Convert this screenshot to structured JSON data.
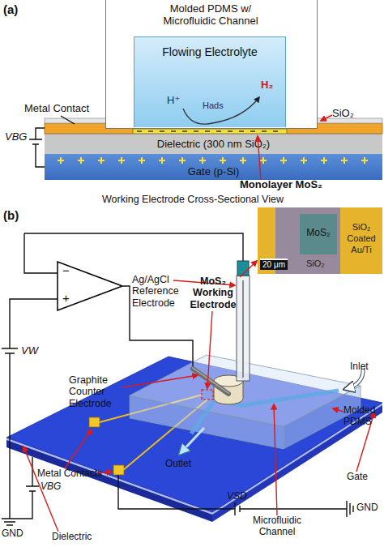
{
  "diagram": {
    "nodes": [
      {
        "text": [
          "Molded PDMS w/ Microfluidic Channel"
        ]
      },
      {
        "text": [
          "Flowing Electrolyte"
        ],
        "in": 0
      },
      {
        "text": [
          "Dielectric (300 nm SiO₂)"
        ]
      },
      {
        "text": [
          "Gate (p-Si)"
        ]
      },
      {
        "text": [
          "SiO₂",
          "20 μm"
        ]
      },
      {
        "text": [
          "MoS₂"
        ],
        "in": 4
      },
      {
        "text": [
          "SiO₂ Coated Au/Ti"
        ],
        "in": 4
      },
      {
        "text": [
          "−",
          "+"
        ]
      }
    ],
    "labels": [
      "(a)",
      "Metal Contact",
      "SiO₂",
      "VBG",
      "H⁺",
      "Hads",
      "H₂",
      "Monolayer MoS₂",
      "Working Electrode Cross-Sectional View",
      "(b)",
      "Ag/AgCl Reference Electrode",
      "VW",
      "Graphite Counter Electrode",
      "MoS₂ Working Electrode",
      "Inlet",
      "Molded PDMS",
      "Metal Contacts",
      "VBG",
      "Outlet",
      "Microfluidic Channel",
      "Gate",
      "GND",
      "Dielectric",
      "VSD",
      "GND"
    ]
  }
}
